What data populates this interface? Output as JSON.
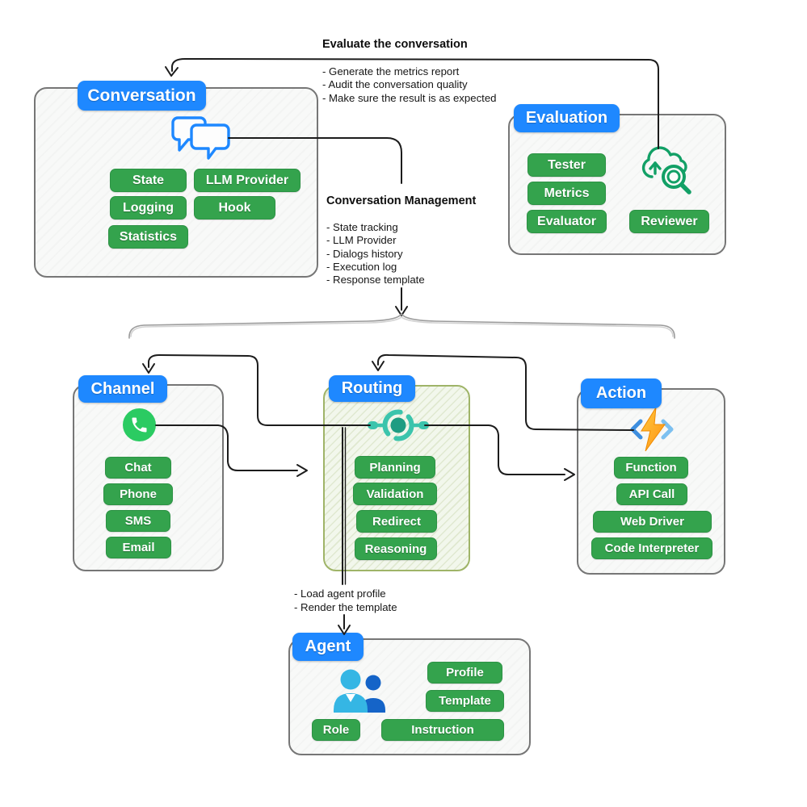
{
  "colors": {
    "header_blue": "#1E88FF",
    "pill_green": "#34A34D",
    "routing_border": "#9FB468",
    "box_border": "#767676",
    "arrow_black": "#1C1C1C",
    "brace_gray": "#9B9B9B",
    "whatsapp_green": "#2BCB62",
    "hub_teal": "#3BC4AC",
    "eval_icon_green": "#12A066",
    "bolt_orange": "#FF9215",
    "bracket_blue": "#3E8EDE",
    "person_cyan": "#35B6E4",
    "person_blue": "#1564C8"
  },
  "annotations": {
    "evaluate": {
      "title": "Evaluate the conversation",
      "bullets": [
        "- Generate the metrics report",
        "- Audit the conversation quality",
        "- Make sure the result is as expected"
      ]
    },
    "management": {
      "title": "Conversation Management",
      "bullets": [
        "- State tracking",
        "- LLM Provider",
        "- Dialogs history",
        "- Execution log",
        "- Response template"
      ]
    },
    "agent_notes": {
      "bullets": [
        "- Load agent profile",
        "- Render the template"
      ]
    }
  },
  "boxes": {
    "conversation": {
      "title": "Conversation",
      "icon": "chat-bubbles-icon",
      "pills": [
        "State",
        "LLM Provider",
        "Logging",
        "Hook",
        "Statistics"
      ]
    },
    "evaluation": {
      "title": "Evaluation",
      "icon": "cloud-search-icon",
      "pills": [
        "Tester",
        "Metrics",
        "Evaluator",
        "Reviewer"
      ]
    },
    "channel": {
      "title": "Channel",
      "icon": "whatsapp-icon",
      "pills": [
        "Chat",
        "Phone",
        "SMS",
        "Email"
      ]
    },
    "routing": {
      "title": "Routing",
      "icon": "hub-icon",
      "pills": [
        "Planning",
        "Validation",
        "Redirect",
        "Reasoning"
      ]
    },
    "action": {
      "title": "Action",
      "icon": "code-lightning-icon",
      "pills": [
        "Function",
        "API Call",
        "Web Driver",
        "Code Interpreter"
      ]
    },
    "agent": {
      "title": "Agent",
      "icon": "people-icon",
      "pills": [
        "Profile",
        "Template",
        "Role",
        "Instruction"
      ]
    }
  }
}
